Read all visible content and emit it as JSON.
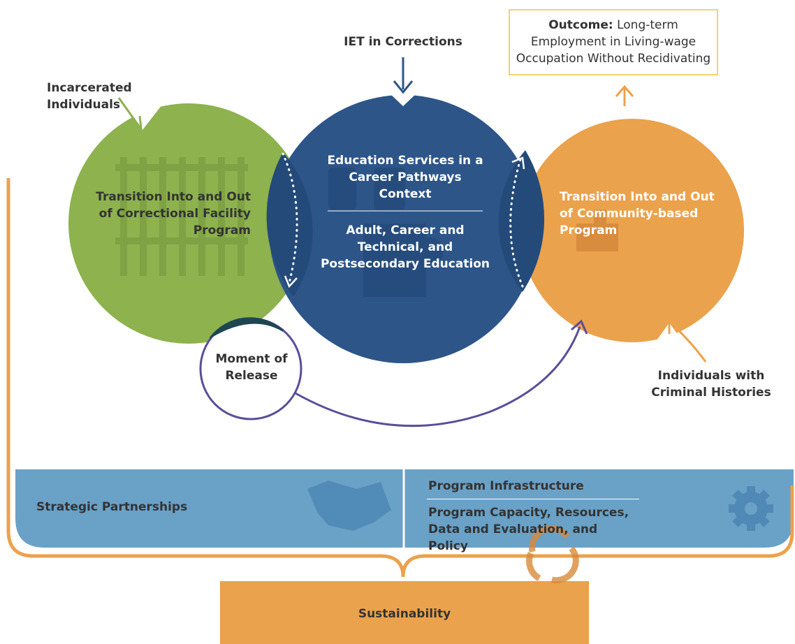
{
  "colors": {
    "green": "#8db24e",
    "navy": "#2d5588",
    "orange": "#eba24c",
    "purple": "#5a4d9a",
    "steel_blue": "#6aa1c7",
    "outcome_border": "#f3d46c"
  },
  "top_labels": {
    "iet": "IET in Corrections",
    "incarcerated": "Incarcerated Individuals"
  },
  "outcome": {
    "label": "Outcome:",
    "text": "Long-term Employment in Living-wage Occupation Without Recidivating"
  },
  "circles": {
    "left": {
      "label": "Transition Into and Out of Correctional Facility Program"
    },
    "center": {
      "title": "Education Services in a Career Pathways Context",
      "subtitle": "Adult, Career and Technical, and Postsecondary Education"
    },
    "right": {
      "label": "Transition Into and Out of Community-based Program"
    }
  },
  "release": {
    "label": "Moment of Release"
  },
  "criminal_histories": {
    "label": "Individuals with Criminal Histories"
  },
  "infrastructure": {
    "partnerships": "Strategic Partnerships",
    "program_infrastructure": "Program Infrastructure",
    "components": "Program Capacity, Resources, Data and Evaluation, and Policy"
  },
  "sustainability": {
    "label": "Sustainability"
  },
  "icons": [
    "jail-bars-icon",
    "graduation-icon",
    "buildings-icon",
    "handshake-icon",
    "gear-icon",
    "recycle-icon"
  ]
}
